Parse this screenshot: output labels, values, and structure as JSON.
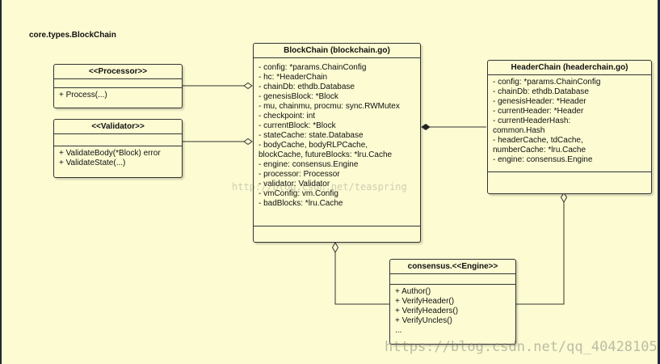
{
  "package_label": "core.types.BlockChain",
  "processor": {
    "title": "<<Processor>>",
    "methods": [
      "+ Process(...)"
    ]
  },
  "validator": {
    "title": "<<Validator>>",
    "methods": [
      "+ ValidateBody(*Block) error",
      "+ ValidateState(...)"
    ]
  },
  "blockchain": {
    "title": "BlockChain (blockchain.go)",
    "fields": [
      "- config: *params.ChainConfig",
      "- hc: *HeaderChain",
      "- chainDb: ethdb.Database",
      "- genesisBlock: *Block",
      "- mu, chainmu, procmu: sync.RWMutex",
      "- checkpoint: int",
      "- currentBlock: *Block",
      "- stateCache: state.Database",
      "- bodyCache, bodyRLPCache,",
      "blockCache, futureBlocks: *lru.Cache",
      "- engine: consensus.Engine",
      "- processor: Processor",
      "- validator: Validator",
      "- vmConfig: vm.Config",
      "- badBlocks: *lru.Cache"
    ]
  },
  "headerchain": {
    "title": "HeaderChain (headerchain.go)",
    "fields": [
      "- config: *params.ChainConfig",
      "- chainDb: ethdb.Database",
      "- genesisHeader: *Header",
      "- currentHeader: *Header",
      "- currentHeaderHash:",
      "common.Hash",
      "- headerCache, tdCache,",
      "numberCache: *lru.Cache",
      "- engine: consensus.Engine"
    ]
  },
  "engine": {
    "title": "consensus.<<Engine>>",
    "methods": [
      "+ Author()",
      "+ VerifyHeader()",
      "+ VerifyHeaders()",
      "+ VerifyUncles()",
      "..."
    ]
  },
  "watermark": {
    "center": "http://blog.csdn.net/teaspring",
    "bottom": "https://blog.csdn.net/qq_40428105"
  }
}
